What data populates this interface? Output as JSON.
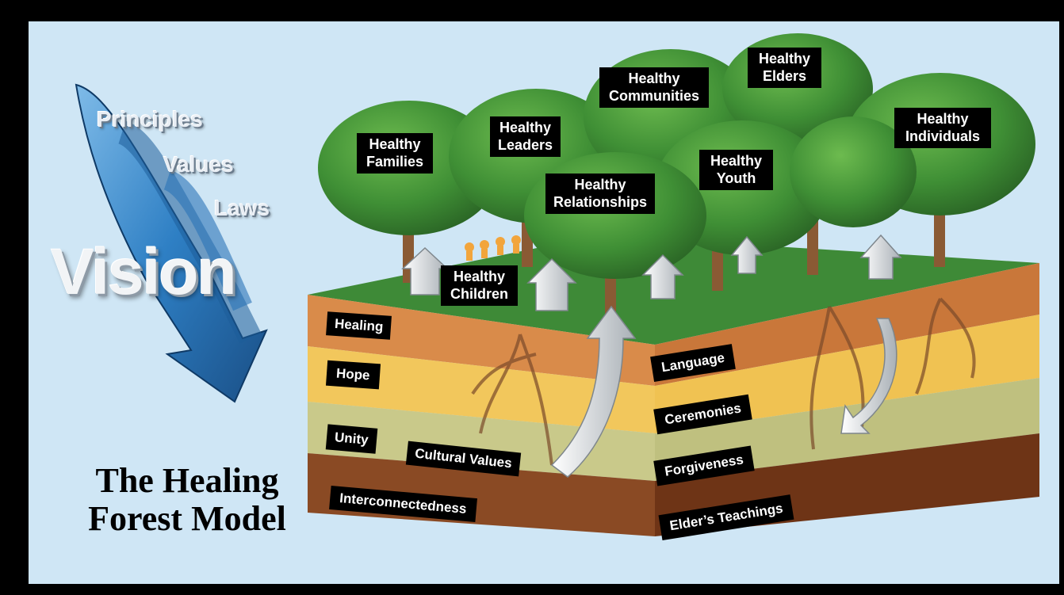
{
  "title": {
    "line1": "The Healing",
    "line2": "Forest Model"
  },
  "arrow": {
    "words": [
      "Principles",
      "Values",
      "Laws"
    ],
    "vision": "Vision"
  },
  "canopy": {
    "families": [
      "Healthy",
      "Families"
    ],
    "leaders": [
      "Healthy",
      "Leaders"
    ],
    "communities": [
      "Healthy",
      "Communities"
    ],
    "elders": [
      "Healthy",
      "Elders"
    ],
    "individuals": [
      "Healthy",
      "Individuals"
    ],
    "youth": [
      "Healthy",
      "Youth"
    ],
    "relationships": [
      "Healthy",
      "Relationships"
    ],
    "children": [
      "Healthy",
      "Children"
    ]
  },
  "soil_left": [
    "Healing",
    "Hope",
    "Unity",
    "Interconnectedness"
  ],
  "cultural_values": "Cultural Values",
  "soil_right": [
    "Language",
    "Ceremonies",
    "Forgiveness",
    "Elder’s Teachings"
  ],
  "colors": {
    "sky": "#cfe6f5",
    "grass": "#3f8a3a",
    "canopy": "#3f8f35",
    "layer_orange": "#d98b4a",
    "layer_yellow": "#f2c75c",
    "layer_olive": "#c9c98a",
    "layer_brown": "#8a4a24",
    "arrow_blue": "#2e7fc4"
  }
}
